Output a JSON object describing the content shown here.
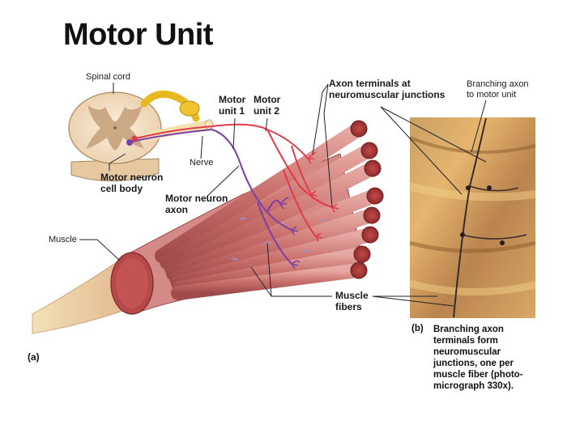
{
  "title": "Motor Unit",
  "labels": {
    "spinal_cord": "Spinal cord",
    "motor_unit_1": [
      "Motor",
      "unit 1"
    ],
    "motor_unit_2": [
      "Motor",
      "unit 2"
    ],
    "axon_terminals": [
      "Axon terminals at",
      "neuromuscular junctions"
    ],
    "branching_axon": [
      "Branching axon",
      "to motor unit"
    ],
    "nerve": "Nerve",
    "motor_neuron_cell_body": [
      "Motor neuron",
      "cell body"
    ],
    "motor_neuron_axon": [
      "Motor neuron",
      "axon"
    ],
    "muscle": "Muscle",
    "muscle_fibers": [
      "Muscle",
      "fibers"
    ]
  },
  "panel_a": "(a)",
  "panel_b": "(b)",
  "caption_b": [
    "Branching axon",
    "terminals form",
    "neuromuscular",
    "junctions, one per",
    "muscle fiber (photo-",
    "micrograph 330x)."
  ],
  "colors": {
    "motor_unit_1": "#7b3fa8",
    "motor_unit_2": "#e23a4a",
    "muscle": "#c96a6a",
    "spinal_gray": "#c7a27c",
    "ganglion": "#e8b820"
  }
}
